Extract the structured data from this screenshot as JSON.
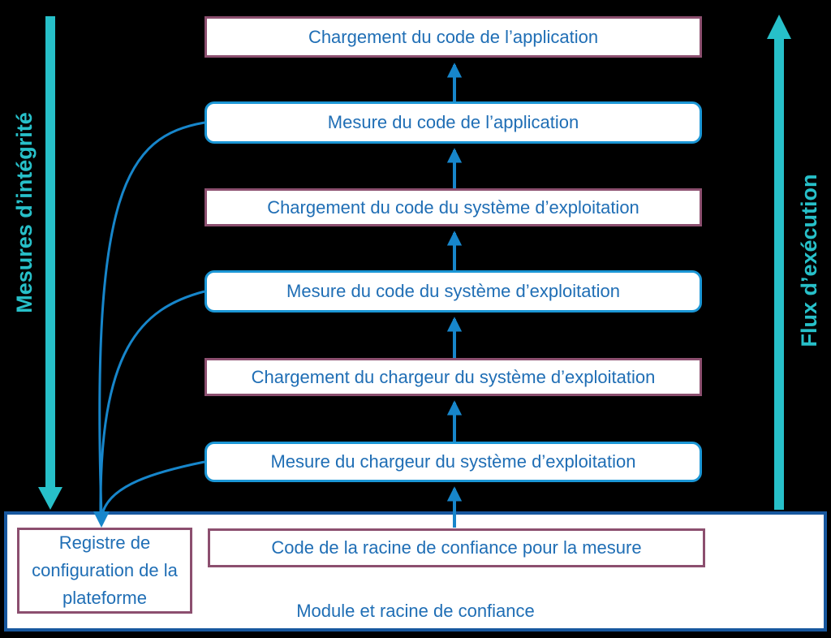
{
  "diagram": {
    "title_hint": "Chaîne de démarrage mesuré (measured boot chain)",
    "chain": [
      {
        "type": "load",
        "label": "Chargement du code de l’application"
      },
      {
        "type": "measure",
        "label": "Mesure du code de l’application"
      },
      {
        "type": "load",
        "label": "Chargement du code du système d’exploitation"
      },
      {
        "type": "measure",
        "label": "Mesure du code du système d’exploitation"
      },
      {
        "type": "load",
        "label": "Chargement du chargeur du système d’exploitation"
      },
      {
        "type": "measure",
        "label": "Mesure du chargeur du système d’exploitation"
      }
    ],
    "trust_module": {
      "label": "Module et racine de confiance",
      "pcr_box_label": "Registre de configuration de la plateforme",
      "rtm_box_label": "Code de la racine de confiance pour la mesure"
    },
    "side_labels": {
      "left": "Mesures d’intégrité",
      "right": "Flux d’exécution"
    },
    "colors": {
      "background": "#000000",
      "load_box_border": "#8C4F6F",
      "measure_box_border": "#1B96D5",
      "container_border": "#17579E",
      "text_blue": "#1F6EB5",
      "flow_arrow_blue": "#1786CB",
      "side_arrow_teal": "#27C0C9"
    }
  }
}
